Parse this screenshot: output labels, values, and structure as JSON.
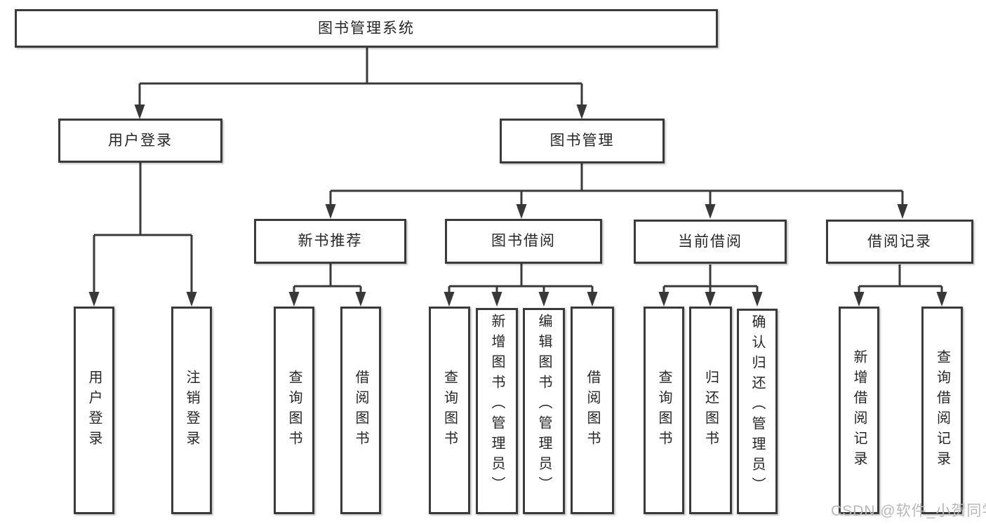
{
  "colors": {
    "line": "#3a3a3a",
    "text": "#262626",
    "watermark_color": "#b8b8b8",
    "background": "#ffffff"
  },
  "watermark": {
    "text": "CSDN @软件_小贺同学"
  },
  "tree": {
    "label": "图书管理系统",
    "children": [
      {
        "label": "用户登录",
        "children": [
          {
            "label": "用户登录"
          },
          {
            "label": "注销登录"
          }
        ]
      },
      {
        "label": "图书管理",
        "children": [
          {
            "label": "新书推荐",
            "children": [
              {
                "label": "查询图书"
              },
              {
                "label": "借阅图书"
              }
            ]
          },
          {
            "label": "图书借阅",
            "children": [
              {
                "label": "查询图书"
              },
              {
                "label": "新增图书（管理员）"
              },
              {
                "label": "编辑图书（管理员）"
              },
              {
                "label": "借阅图书"
              }
            ]
          },
          {
            "label": "当前借阅",
            "children": [
              {
                "label": "查询图书"
              },
              {
                "label": "归还图书"
              },
              {
                "label": "确认归还（管理员）"
              }
            ]
          },
          {
            "label": "借阅记录",
            "children": [
              {
                "label": "新增借阅记录"
              },
              {
                "label": "查询借阅记录"
              }
            ]
          }
        ]
      }
    ]
  }
}
